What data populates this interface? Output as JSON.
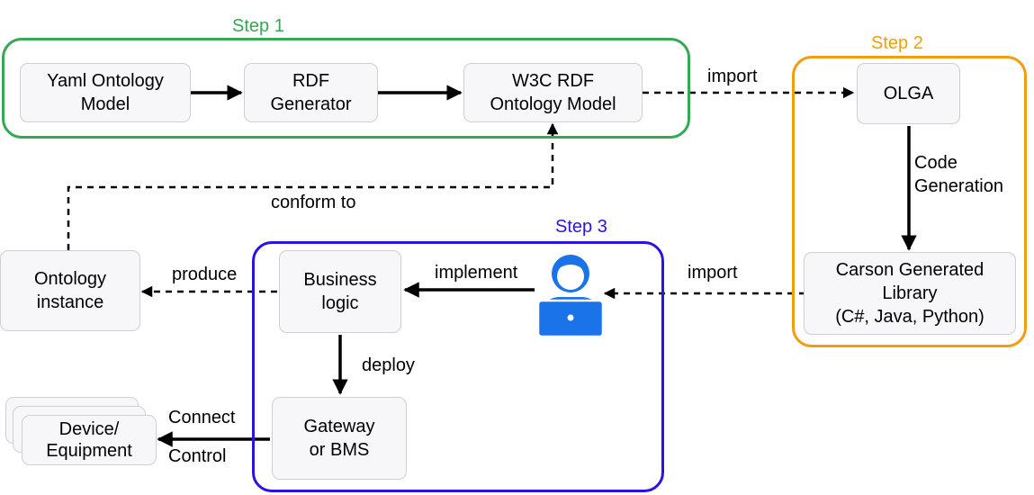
{
  "colors": {
    "step1": "#34a853",
    "step2": "#f29e0c",
    "step3": "#2a14e0",
    "node_fill": "#f7f7f9",
    "node_border": "#cfcfd4",
    "person": "#1a73e8",
    "edge": "#000000"
  },
  "groups": {
    "step1": {
      "label": "Step 1"
    },
    "step2": {
      "label": "Step 2"
    },
    "step3": {
      "label": "Step 3"
    }
  },
  "nodes": {
    "yaml_model": "Yaml Ontology\nModel",
    "rdf_generator": "RDF\nGenerator",
    "w3c_model": "W3C RDF\nOntology Model",
    "olga": "OLGA",
    "carson_library": "Carson Generated\nLibrary\n(C#, Java, Python)",
    "ontology_instance": "Ontology\ninstance",
    "business_logic": "Business\nlogic",
    "gateway": "Gateway\nor BMS",
    "device": "Device/\nEquipment"
  },
  "developer": {
    "icon": "developer-laptop-icon"
  },
  "edges": {
    "import_w3c_olga": "import",
    "code_generation": "Code\nGeneration",
    "import_library_dev": "import",
    "implement": "implement",
    "produce": "produce",
    "conform_to": "conform to",
    "deploy": "deploy",
    "connect": "Connect",
    "control": "Control"
  }
}
